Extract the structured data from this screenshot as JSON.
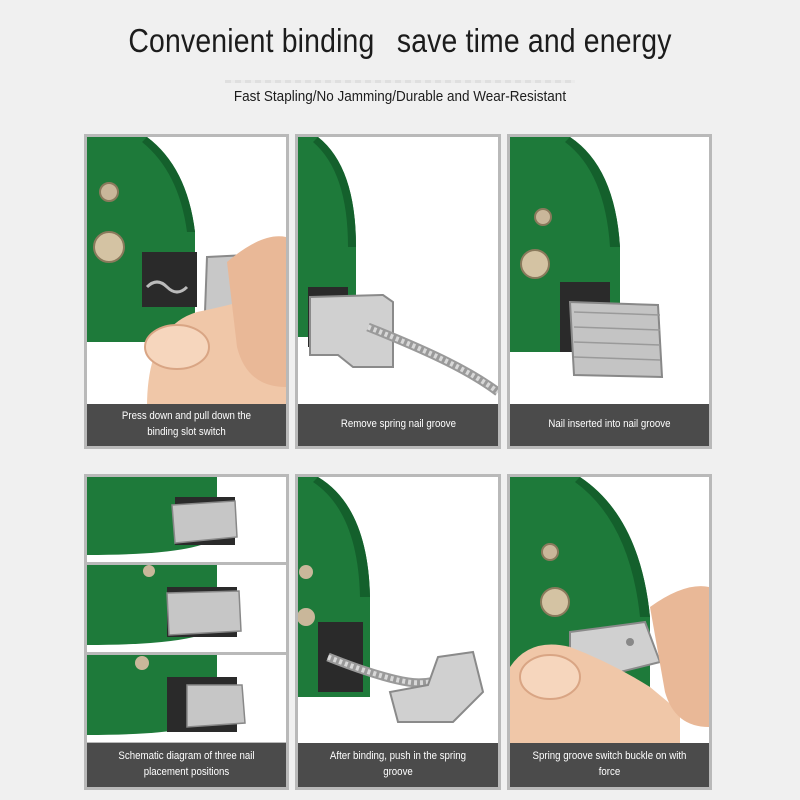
{
  "header": {
    "title_left": "Convenient binding",
    "title_right": "save time and energy",
    "subtitle": "Fast Stapling/No Jamming/Durable and Wear-Resistant"
  },
  "panels": [
    {
      "caption": "Press down and pull down the binding slot switch"
    },
    {
      "caption": "Remove spring nail groove"
    },
    {
      "caption": "Nail inserted into nail groove"
    },
    {
      "caption": "Schematic diagram of three nail placement positions"
    },
    {
      "caption": "After binding, push in the spring groove"
    },
    {
      "caption": "Spring groove switch buckle on with force"
    }
  ],
  "colors": {
    "stapler_green": "#1e7a3a",
    "caption_bg": "#4b4b4b",
    "background": "#f0f0f0"
  }
}
